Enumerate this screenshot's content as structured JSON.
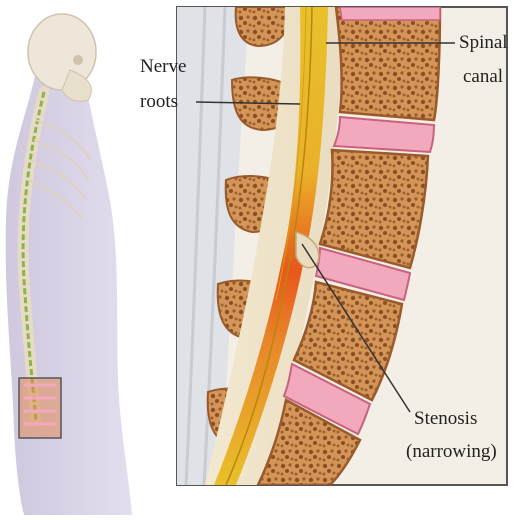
{
  "labels": {
    "nerve_roots_line1": "Nerve",
    "nerve_roots_line2": "roots",
    "spinal_canal_line1": "Spinal",
    "spinal_canal_line2": "canal",
    "stenosis_line1": "Stenosis",
    "stenosis_line2": "(narrowing)"
  },
  "colors": {
    "bone": "#c98a4c",
    "bone_spots": "#8a4f22",
    "disc": "#f2a9bd",
    "disc_edge": "#c9627f",
    "nerve": "#e8c12a",
    "nerve_inflamed": "#e8561c",
    "body_silhouette": "#d9d3e6",
    "skull": "#eee6d8",
    "frame": "#555555"
  },
  "icons": {
    "figure": "human-skeleton-side-icon",
    "detail": "lumbar-spine-cross-section"
  }
}
